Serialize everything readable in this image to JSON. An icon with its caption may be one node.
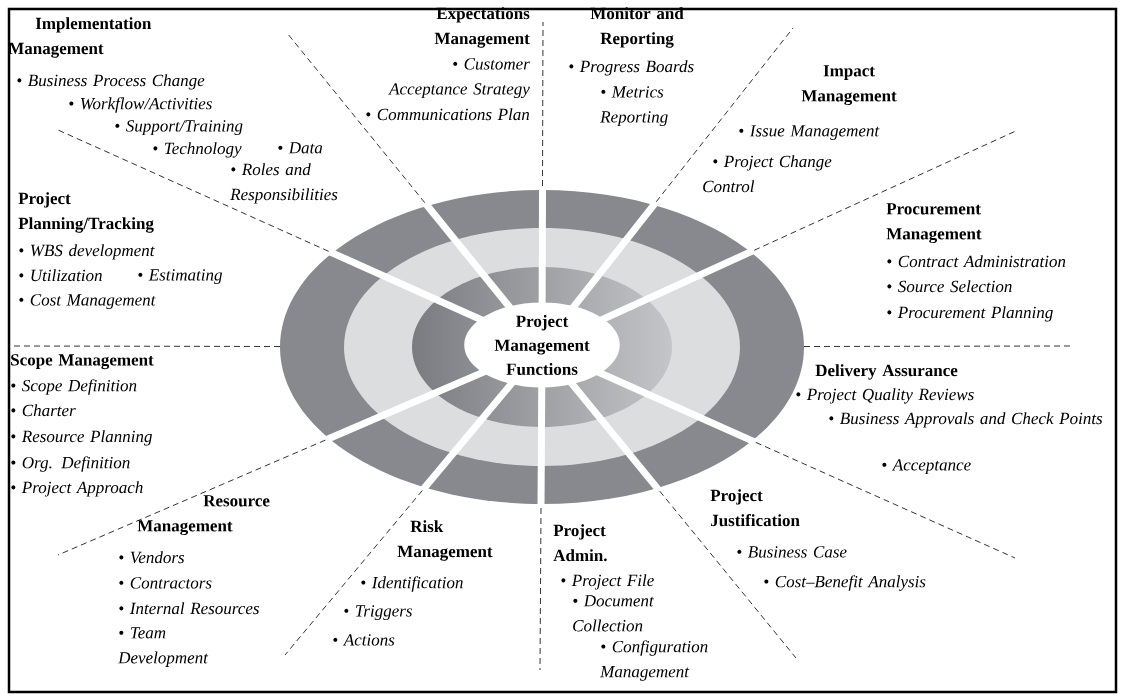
{
  "diagram": {
    "nodes": [
      {
        "text": [
          "Project Management Functions"
        ]
      }
    ],
    "labels": [
      "Implementation Management",
      "• Business Process Change",
      "• Workflow/Activities",
      "• Support/Training",
      "• Technology",
      "• Data",
      "• Roles and Responsibilities",
      "Expectations Management",
      "• Customer Acceptance Strategy",
      "• Communications Plan",
      "Monitor and Reporting",
      "• Progress Boards",
      "• Metrics Reporting",
      "Impact Management",
      "• Issue Management",
      "• Project Change Control",
      "Project Planning/Tracking",
      "• WBS development",
      "• Utilization",
      "• Estimating",
      "• Cost Management",
      "Procurement Management",
      "• Contract Administration",
      "• Source Selection",
      "• Procurement Planning",
      "Scope Management",
      "• Scope Definition",
      "• Charter",
      "• Resource Planning",
      "• Org. Definition",
      "• Project Approach",
      "Delivery Assurance",
      "• Project Quality Reviews",
      "• Business Approvals and Check Points",
      "• Acceptance",
      "Resource Management",
      "• Vendors",
      "• Contractors",
      "• Internal Resources",
      "• Team Development",
      "Risk Management",
      "• Identification",
      "• Triggers",
      "• Actions",
      "Project Admin.",
      "• Project File",
      "• Document Collection",
      "• Configuration Management",
      "Project Justification",
      "• Business Case",
      "• Cost–Benefit Analysis"
    ]
  }
}
